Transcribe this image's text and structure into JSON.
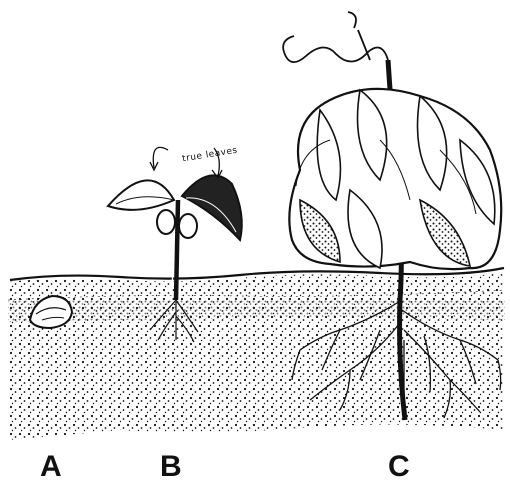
{
  "figure": {
    "stages": [
      {
        "id": "A",
        "label": "A"
      },
      {
        "id": "B",
        "label": "B"
      },
      {
        "id": "C",
        "label": "C"
      }
    ],
    "annotation": "true leaves",
    "colors": {
      "ink": "#111111",
      "paper": "#ffffff"
    }
  }
}
